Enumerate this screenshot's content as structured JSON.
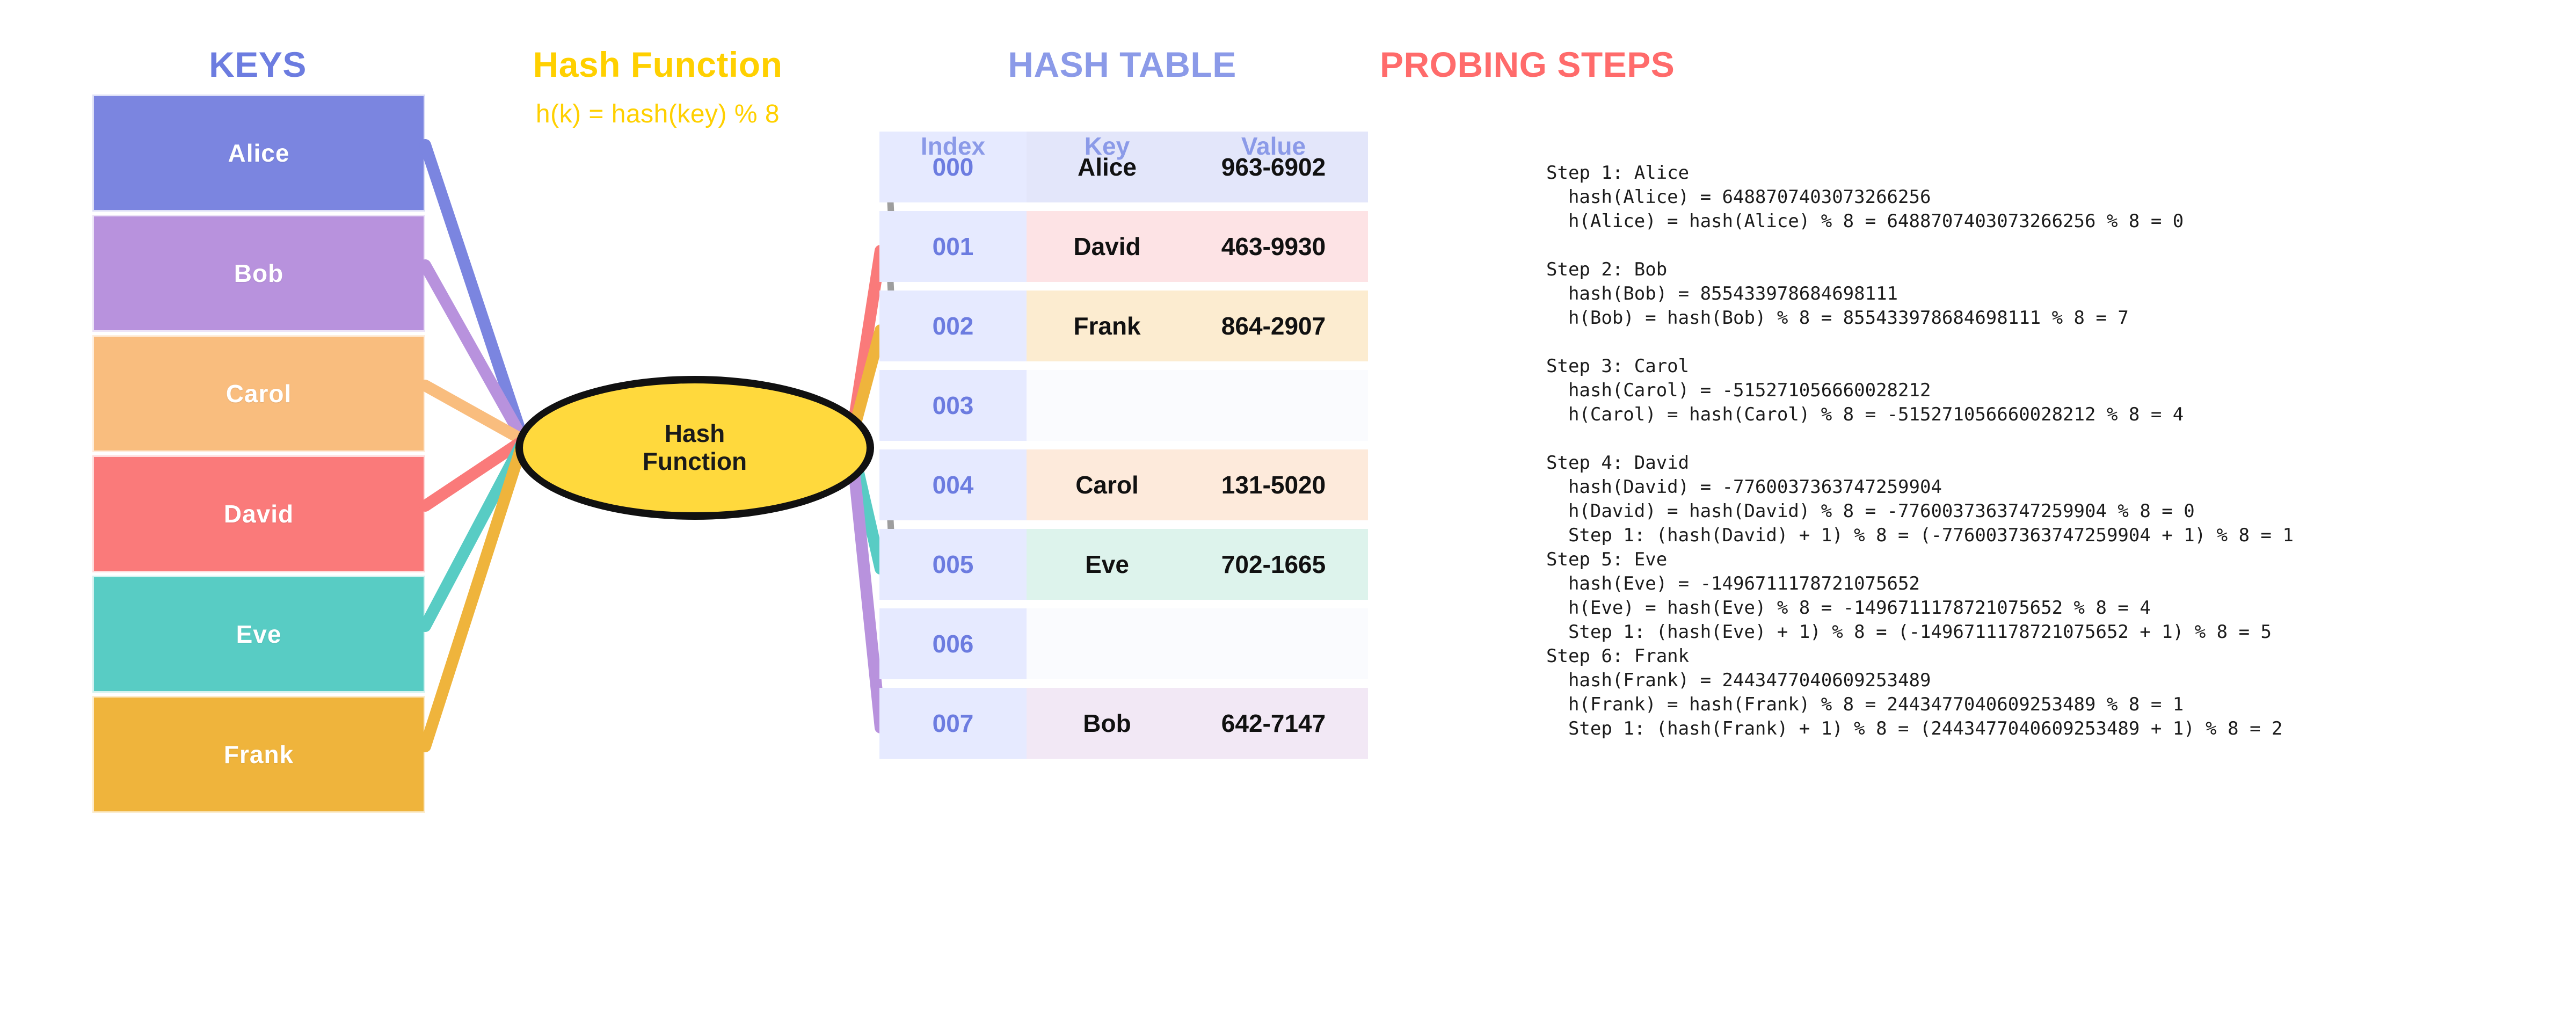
{
  "titles": {
    "keys": "KEYS",
    "hash_function": "Hash Function",
    "hash_function_formula": "h(k) = hash(key) % 8",
    "hash_table": "HASH TABLE",
    "probing_steps": "PROBING STEPS"
  },
  "colors": {
    "keys_title": "#6c7ce0",
    "hash_title": "#ffd000",
    "table_title": "#8b9ae8",
    "probing_title": "#ff6b6b",
    "ellipse_fill": "#ffd93d",
    "ellipse_stroke": "#111111",
    "index_cell": "#e6eaff",
    "probe_arrow": "#9e9e9e"
  },
  "ellipse": {
    "line1": "Hash",
    "line2": "Function"
  },
  "keys": [
    {
      "name": "Alice",
      "color": "#7b85e0"
    },
    {
      "name": "Bob",
      "color": "#b892dd"
    },
    {
      "name": "Carol",
      "color": "#f9bd7e"
    },
    {
      "name": "David",
      "color": "#fa7a7a"
    },
    {
      "name": "Eve",
      "color": "#58ccc4"
    },
    {
      "name": "Frank",
      "color": "#efb43c"
    }
  ],
  "table": {
    "headers": {
      "index": "Index",
      "key": "Key",
      "value": "Value"
    },
    "rows": [
      {
        "index": "000",
        "key": "Alice",
        "value": "963-6902",
        "fill": "#e3e6fa"
      },
      {
        "index": "001",
        "key": "David",
        "value": "463-9930",
        "fill": "#fde3e5"
      },
      {
        "index": "002",
        "key": "Frank",
        "value": "864-2907",
        "fill": "#fcecd0"
      },
      {
        "index": "003",
        "key": "",
        "value": "",
        "fill": "#fafbfe"
      },
      {
        "index": "004",
        "key": "Carol",
        "value": "131-5020",
        "fill": "#fdeadb"
      },
      {
        "index": "005",
        "key": "Eve",
        "value": "702-1665",
        "fill": "#ddf3ec"
      },
      {
        "index": "006",
        "key": "",
        "value": "",
        "fill": "#fafbfe"
      },
      {
        "index": "007",
        "key": "Bob",
        "value": "642-7147",
        "fill": "#f2e8f5"
      }
    ]
  },
  "probing_steps": [
    {
      "header": "Step 1: Alice",
      "lines": [
        "  hash(Alice) = 6488707403073266256",
        "  h(Alice) = hash(Alice) % 8 = 6488707403073266256 % 8 = 0"
      ],
      "gap_after": true
    },
    {
      "header": "Step 2: Bob",
      "lines": [
        "  hash(Bob) = 855433978684698111",
        "  h(Bob) = hash(Bob) % 8 = 855433978684698111 % 8 = 7"
      ],
      "gap_after": true
    },
    {
      "header": "Step 3: Carol",
      "lines": [
        "  hash(Carol) = -515271056660028212",
        "  h(Carol) = hash(Carol) % 8 = -515271056660028212 % 8 = 4"
      ],
      "gap_after": true
    },
    {
      "header": "Step 4: David",
      "lines": [
        "  hash(David) = -7760037363747259904",
        "  h(David) = hash(David) % 8 = -7760037363747259904 % 8 = 0",
        "  Step 1: (hash(David) + 1) % 8 = (-7760037363747259904 + 1) % 8 = 1"
      ],
      "gap_after": false
    },
    {
      "header": "Step 5: Eve",
      "lines": [
        "  hash(Eve) = -1496711178721075652",
        "  h(Eve) = hash(Eve) % 8 = -1496711178721075652 % 8 = 4",
        "  Step 1: (hash(Eve) + 1) % 8 = (-1496711178721075652 + 1) % 8 = 5"
      ],
      "gap_after": false
    },
    {
      "header": "Step 6: Frank",
      "lines": [
        "  hash(Frank) = 2443477040609253489",
        "  h(Frank) = hash(Frank) % 8 = 2443477040609253489 % 8 = 1",
        "  Step 1: (hash(Frank) + 1) % 8 = (2443477040609253489 + 1) % 8 = 2"
      ],
      "gap_after": false
    }
  ],
  "wires": {
    "in": [
      {
        "key": "Alice",
        "color": "#7b85e0"
      },
      {
        "key": "Bob",
        "color": "#b892dd"
      },
      {
        "key": "Carol",
        "color": "#f9bd7e"
      },
      {
        "key": "David",
        "color": "#fa7a7a"
      },
      {
        "key": "Eve",
        "color": "#58ccc4"
      },
      {
        "key": "Frank",
        "color": "#efb43c"
      }
    ],
    "out": [
      {
        "key": "David",
        "slot": "001",
        "color": "#fa7a7a"
      },
      {
        "key": "Frank",
        "slot": "002",
        "color": "#efb43c"
      },
      {
        "key": "Eve",
        "slot": "005",
        "color": "#58ccc4"
      },
      {
        "key": "Bob",
        "slot": "007",
        "color": "#b892dd"
      }
    ],
    "probes": [
      {
        "key": "David",
        "from": "000",
        "to": "001"
      },
      {
        "key": "Frank",
        "from": "001",
        "to": "002"
      },
      {
        "key": "Eve",
        "from": "004",
        "to": "005"
      }
    ]
  }
}
